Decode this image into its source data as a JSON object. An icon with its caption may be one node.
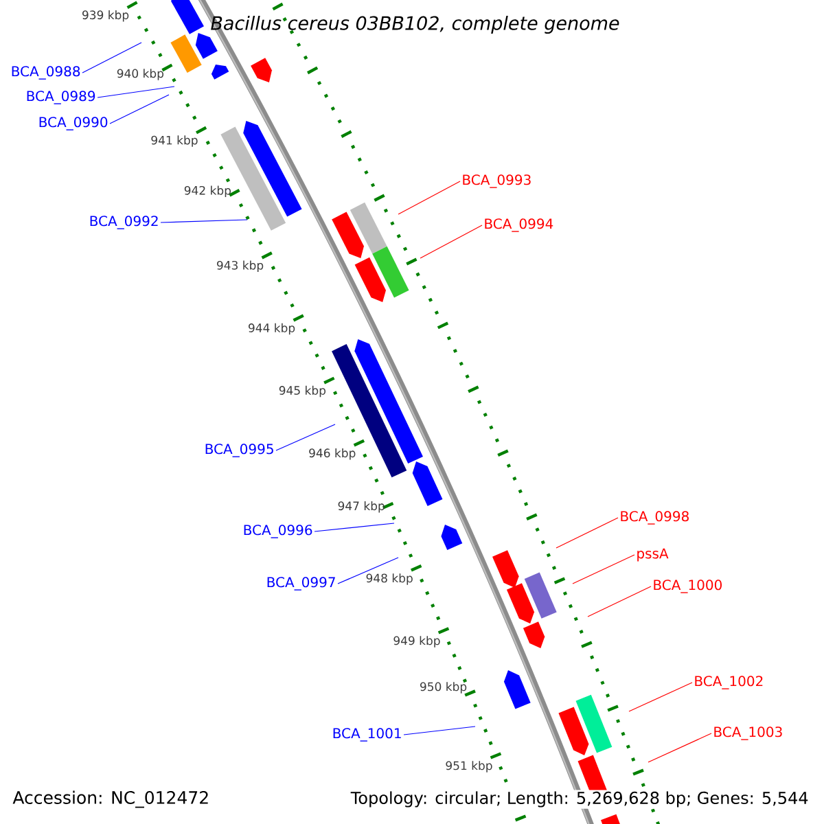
{
  "diagram": {
    "title": "Bacillus cereus 03BB102, complete genome",
    "nodes": [
      {
        "text": [
          "BCA_0988"
        ]
      },
      {
        "text": [
          "BCA_0989"
        ]
      },
      {
        "text": [
          "BCA_0990"
        ]
      },
      {
        "text": [
          "BCA_0992"
        ]
      },
      {
        "text": [
          "BCA_0993"
        ]
      },
      {
        "text": [
          "BCA_0994"
        ]
      },
      {
        "text": [
          "BCA_0995"
        ]
      },
      {
        "text": [
          "BCA_0996"
        ]
      },
      {
        "text": [
          "BCA_0997"
        ]
      },
      {
        "text": [
          "BCA_0998"
        ]
      },
      {
        "text": [
          "pssA"
        ]
      },
      {
        "text": [
          "BCA_1000"
        ]
      },
      {
        "text": [
          "BCA_1001"
        ]
      },
      {
        "text": [
          "BCA_1002"
        ]
      },
      {
        "text": [
          "BCA_1003"
        ]
      }
    ],
    "edges": [
      {
        "from": 0,
        "to": null,
        "arrow": "none",
        "color": "#0000ff"
      },
      {
        "from": 1,
        "to": null,
        "arrow": "none",
        "color": "#0000ff"
      },
      {
        "from": 2,
        "to": null,
        "arrow": "none",
        "color": "#0000ff"
      },
      {
        "from": 3,
        "to": null,
        "arrow": "none",
        "color": "#0000ff"
      },
      {
        "from": 4,
        "to": null,
        "arrow": "none",
        "color": "#ff0000"
      },
      {
        "from": 5,
        "to": null,
        "arrow": "none",
        "color": "#ff0000"
      },
      {
        "from": 6,
        "to": null,
        "arrow": "none",
        "color": "#0000ff"
      },
      {
        "from": 7,
        "to": null,
        "arrow": "none",
        "color": "#0000ff"
      },
      {
        "from": 8,
        "to": null,
        "arrow": "none",
        "color": "#0000ff"
      },
      {
        "from": 9,
        "to": null,
        "arrow": "none",
        "color": "#ff0000"
      },
      {
        "from": 10,
        "to": null,
        "arrow": "none",
        "color": "#ff0000"
      },
      {
        "from": 11,
        "to": null,
        "arrow": "none",
        "color": "#ff0000"
      },
      {
        "from": 12,
        "to": null,
        "arrow": "none",
        "color": "#0000ff"
      },
      {
        "from": 13,
        "to": null,
        "arrow": "none",
        "color": "#ff0000"
      },
      {
        "from": 14,
        "to": null,
        "arrow": "none",
        "color": "#ff0000"
      }
    ],
    "labels": [
      "939 kbp",
      "940 kbp",
      "941 kbp",
      "942 kbp",
      "943 kbp",
      "944 kbp",
      "945 kbp",
      "946 kbp",
      "947 kbp",
      "948 kbp",
      "949 kbp",
      "950 kbp",
      "951 kbp",
      "Accession: NC_012472",
      "Topology: circular; Length: 5,269,628 bp; Genes: 5,544"
    ]
  }
}
